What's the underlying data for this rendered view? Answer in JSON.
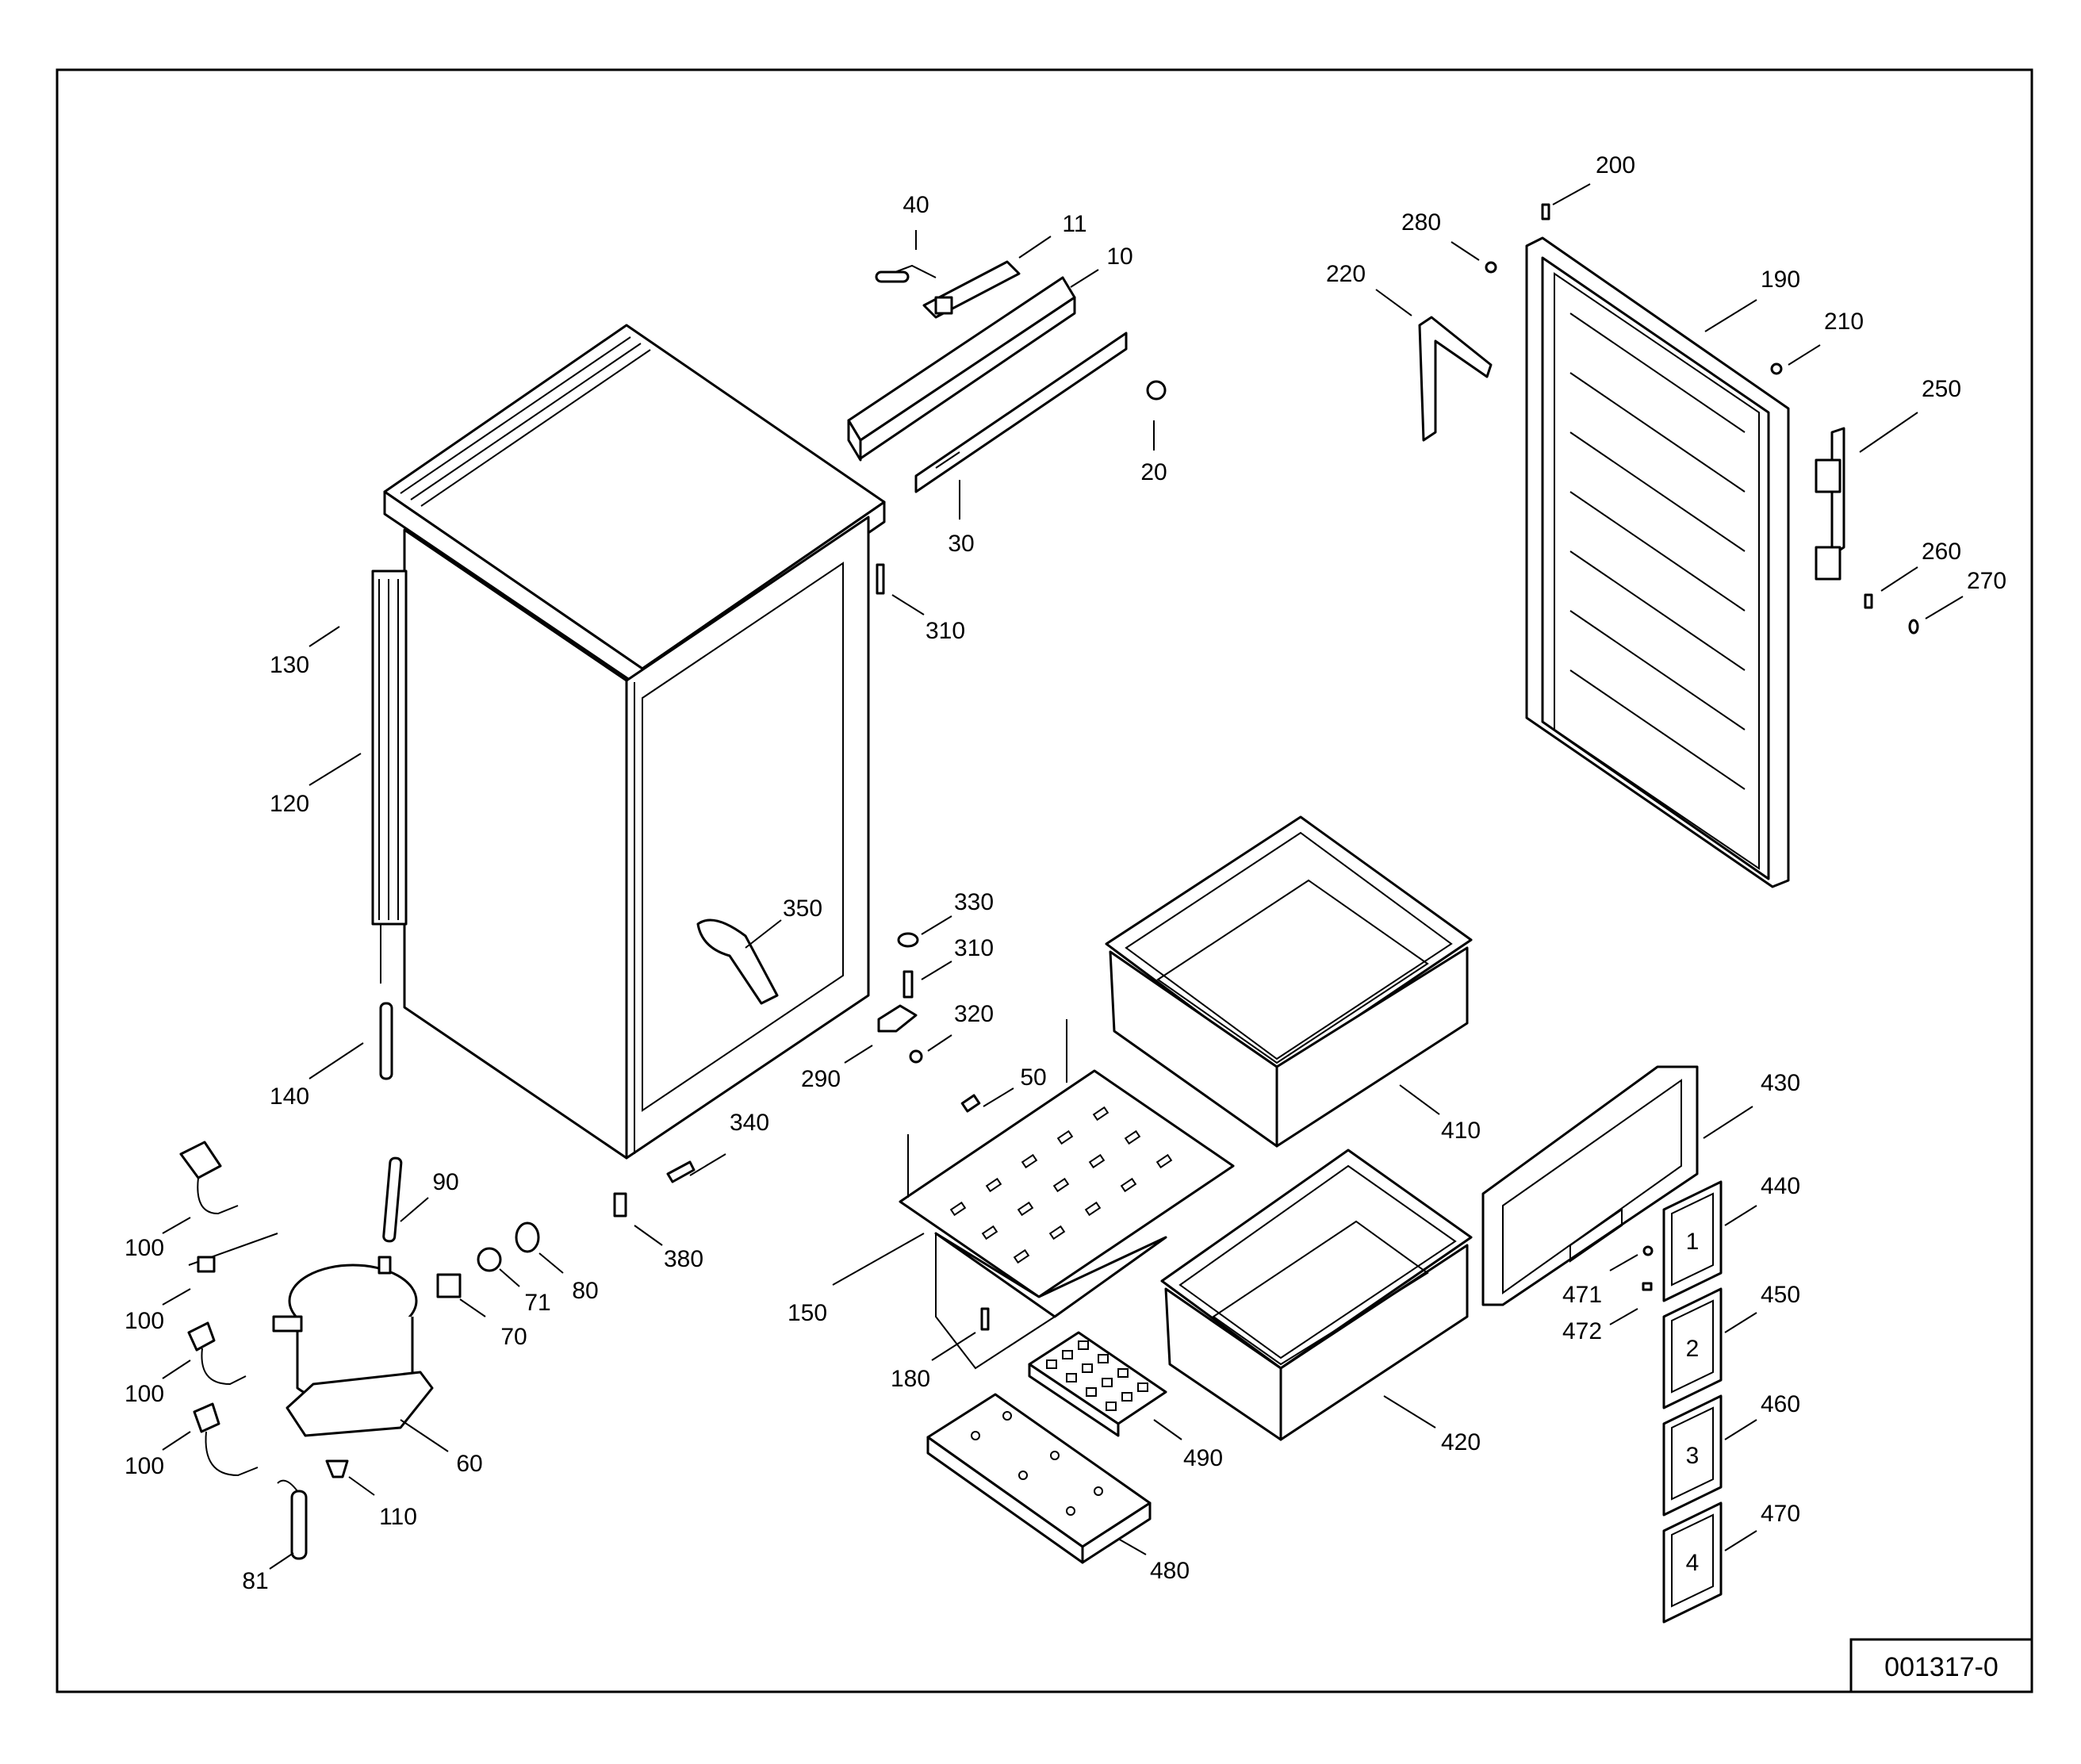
{
  "drawing": {
    "reference_number": "001317-0"
  },
  "parts": [
    {
      "id": "p10",
      "label": "10"
    },
    {
      "id": "p11",
      "label": "11"
    },
    {
      "id": "p20",
      "label": "20"
    },
    {
      "id": "p30",
      "label": "30"
    },
    {
      "id": "p40",
      "label": "40"
    },
    {
      "id": "p50",
      "label": "50"
    },
    {
      "id": "p60",
      "label": "60"
    },
    {
      "id": "p70",
      "label": "70"
    },
    {
      "id": "p71",
      "label": "71"
    },
    {
      "id": "p80",
      "label": "80"
    },
    {
      "id": "p81",
      "label": "81"
    },
    {
      "id": "p90",
      "label": "90"
    },
    {
      "id": "p100a",
      "label": "100"
    },
    {
      "id": "p100b",
      "label": "100"
    },
    {
      "id": "p100c",
      "label": "100"
    },
    {
      "id": "p100d",
      "label": "100"
    },
    {
      "id": "p110",
      "label": "110"
    },
    {
      "id": "p120",
      "label": "120"
    },
    {
      "id": "p130",
      "label": "130"
    },
    {
      "id": "p140",
      "label": "140"
    },
    {
      "id": "p150",
      "label": "150"
    },
    {
      "id": "p180",
      "label": "180"
    },
    {
      "id": "p190",
      "label": "190"
    },
    {
      "id": "p200",
      "label": "200"
    },
    {
      "id": "p210",
      "label": "210"
    },
    {
      "id": "p220",
      "label": "220"
    },
    {
      "id": "p250",
      "label": "250"
    },
    {
      "id": "p260",
      "label": "260"
    },
    {
      "id": "p270",
      "label": "270"
    },
    {
      "id": "p280",
      "label": "280"
    },
    {
      "id": "p290",
      "label": "290"
    },
    {
      "id": "p310a",
      "label": "310"
    },
    {
      "id": "p310b",
      "label": "310"
    },
    {
      "id": "p320",
      "label": "320"
    },
    {
      "id": "p330",
      "label": "330"
    },
    {
      "id": "p340",
      "label": "340"
    },
    {
      "id": "p350",
      "label": "350"
    },
    {
      "id": "p380",
      "label": "380"
    },
    {
      "id": "p410",
      "label": "410"
    },
    {
      "id": "p420",
      "label": "420"
    },
    {
      "id": "p430",
      "label": "430"
    },
    {
      "id": "p440",
      "label": "440"
    },
    {
      "id": "p450",
      "label": "450"
    },
    {
      "id": "p460",
      "label": "460"
    },
    {
      "id": "p470",
      "label": "470"
    },
    {
      "id": "p471",
      "label": "471"
    },
    {
      "id": "p472",
      "label": "472"
    },
    {
      "id": "p480",
      "label": "480"
    },
    {
      "id": "p490",
      "label": "490"
    }
  ],
  "drawer_number_labels": [
    "1",
    "2",
    "3",
    "4"
  ]
}
